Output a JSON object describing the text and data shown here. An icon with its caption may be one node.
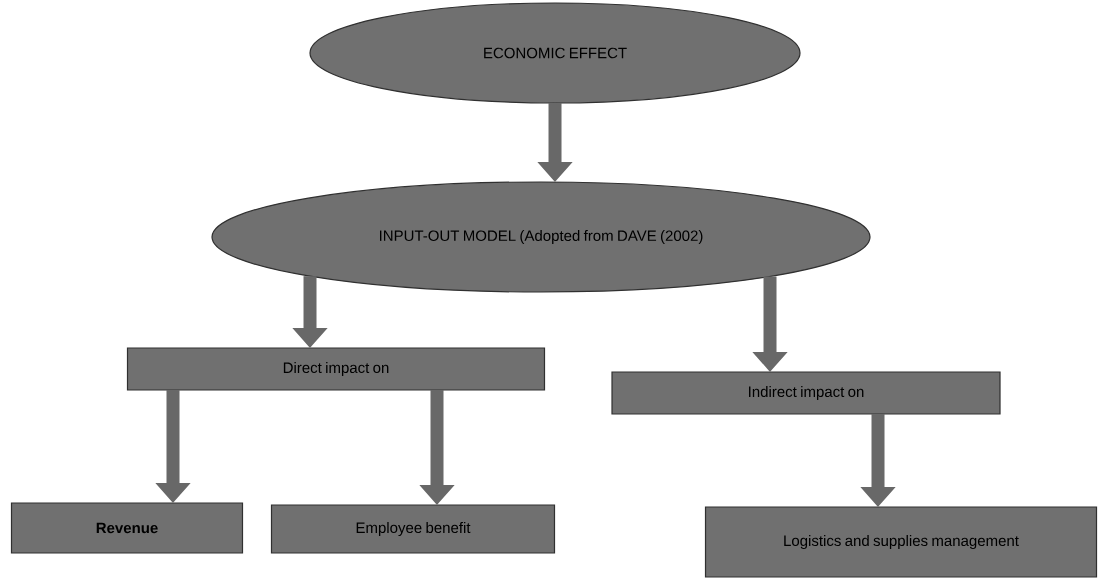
{
  "diagram": {
    "nodes": [
      {
        "text": [
          "ECONOMIC EFFECT"
        ]
      },
      {
        "text": [
          "INPUT-OUT MODEL (Adopted from DAVE (2002)"
        ]
      },
      {
        "text": [
          "Direct impact on"
        ]
      },
      {
        "text": [
          "Indirect impact on"
        ]
      },
      {
        "text": [
          "**Revenue**"
        ]
      },
      {
        "text": [
          "Employee benefit"
        ]
      },
      {
        "text": [
          "Logistics and supplies management"
        ]
      }
    ],
    "edges": [
      {
        "from": 0,
        "to": 1,
        "arrow": "to"
      },
      {
        "from": 1,
        "to": 2,
        "arrow": "to"
      },
      {
        "from": 1,
        "to": 3,
        "arrow": "to"
      },
      {
        "from": 2,
        "to": 4,
        "arrow": "to"
      },
      {
        "from": 2,
        "to": 5,
        "arrow": "to"
      },
      {
        "from": 3,
        "to": 6,
        "arrow": "to"
      }
    ]
  }
}
